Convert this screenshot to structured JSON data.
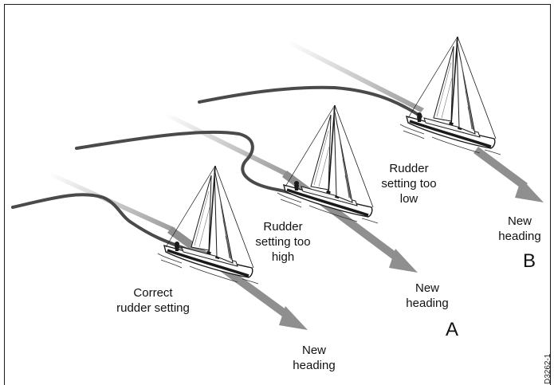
{
  "labels": {
    "correct": "Correct\nrudder setting",
    "new_heading_1": "New\nheading",
    "too_high": "Rudder\nsetting too\nhigh",
    "new_heading_a": "New\nheading",
    "letter_a": "A",
    "too_low": "Rudder\nsetting too\nlow",
    "new_heading_b": "New\nheading",
    "letter_b": "B"
  },
  "doc_id": "D3262-1",
  "colors": {
    "track": "#4a4a4a",
    "arrow": "#8f8f8f",
    "ink": "#111111"
  }
}
